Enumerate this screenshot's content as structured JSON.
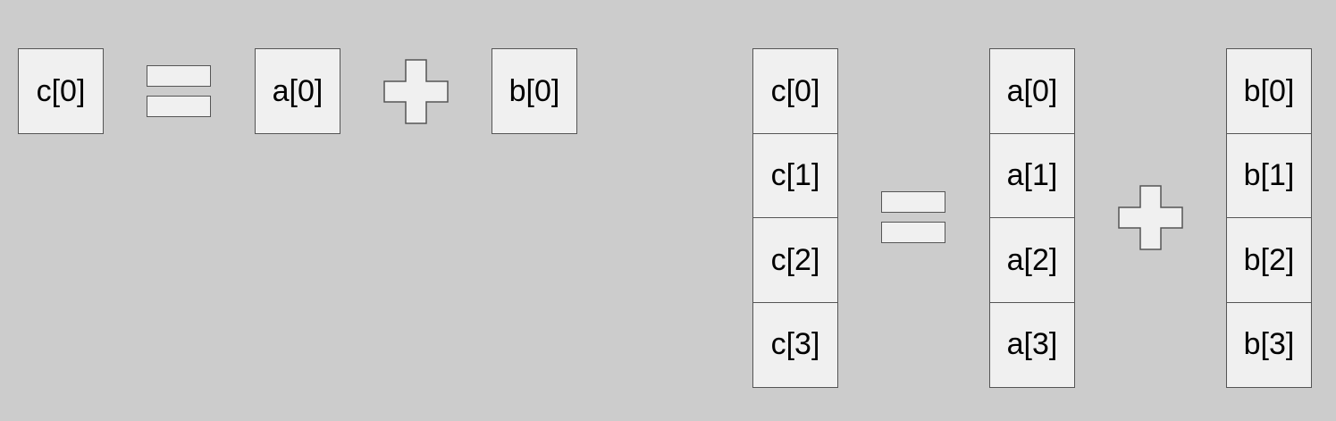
{
  "scalar": {
    "c": "c[0]",
    "a": "a[0]",
    "b": "b[0]"
  },
  "vector": {
    "c": [
      "c[0]",
      "c[1]",
      "c[2]",
      "c[3]"
    ],
    "a": [
      "a[0]",
      "a[1]",
      "a[2]",
      "a[3]"
    ],
    "b": [
      "b[0]",
      "b[1]",
      "b[2]",
      "b[3]"
    ]
  },
  "colors": {
    "background": "#cccccc",
    "box_fill": "#f0f0f0",
    "box_stroke": "#555555"
  }
}
